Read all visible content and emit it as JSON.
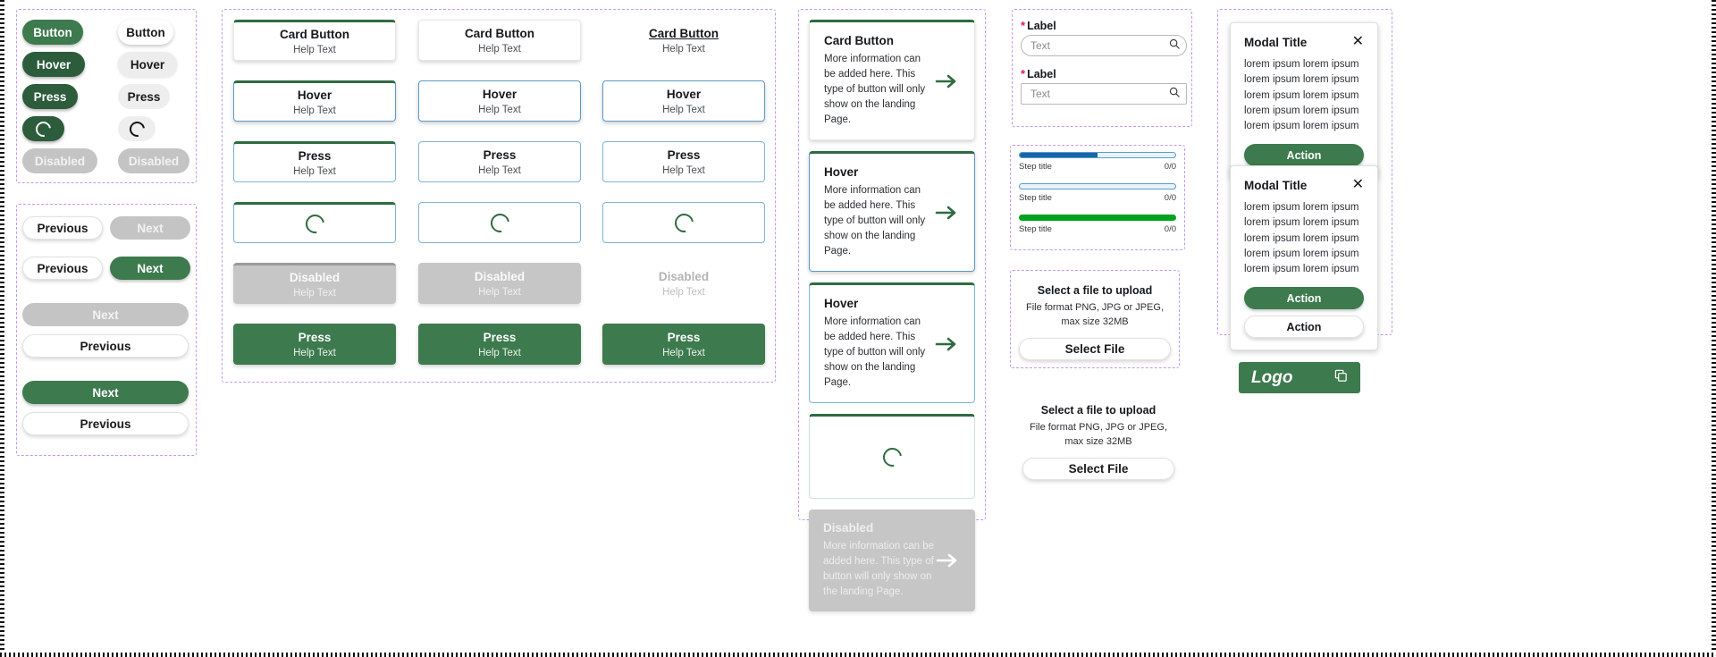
{
  "palette": {
    "green": "#3d7a4e",
    "green_dark": "#2c5c3b",
    "green_border": "#2f6b42",
    "blue_border": "#5b9bc9",
    "grey_disabled": "#c4c4c4",
    "group_outline": "#c49ae8",
    "required_red": "#d81b60",
    "progress_blue": "#1565a8",
    "progress_done": "#00a31b"
  },
  "pill_buttons": {
    "primary_column": [
      {
        "label": "Button",
        "state": "default"
      },
      {
        "label": "Hover",
        "state": "hover"
      },
      {
        "label": "Press",
        "state": "press"
      },
      {
        "label": "",
        "state": "loading"
      },
      {
        "label": "Disabled",
        "state": "disabled"
      }
    ],
    "secondary_column": [
      {
        "label": "Button",
        "state": "default"
      },
      {
        "label": "Hover",
        "state": "hover"
      },
      {
        "label": "Press",
        "state": "press"
      },
      {
        "label": "",
        "state": "loading"
      },
      {
        "label": "Disabled",
        "state": "disabled"
      }
    ]
  },
  "pagination": {
    "row1": {
      "previous": "Previous",
      "next": "Next"
    },
    "row2": {
      "previous": "Previous",
      "next": "Next"
    },
    "stacked1": {
      "next": "Next",
      "previous": "Previous"
    },
    "stacked2": {
      "next": "Next",
      "previous": "Previous"
    }
  },
  "card_buttons": {
    "help_text": "Help Text",
    "column1": [
      {
        "title": "Card Button",
        "state": "default"
      },
      {
        "title": "Hover",
        "state": "hover"
      },
      {
        "title": "Press",
        "state": "press"
      },
      {
        "title": "",
        "state": "loading"
      },
      {
        "title": "Disabled",
        "state": "disabled"
      },
      {
        "title": "Press",
        "state": "green-fill"
      }
    ],
    "column2": [
      {
        "title": "Card Button",
        "state": "default"
      },
      {
        "title": "Hover",
        "state": "hover"
      },
      {
        "title": "Press",
        "state": "press"
      },
      {
        "title": "",
        "state": "loading"
      },
      {
        "title": "Disabled",
        "state": "disabled"
      },
      {
        "title": "Press",
        "state": "green-fill"
      }
    ],
    "column3": [
      {
        "title": "Card Button",
        "state": "link"
      },
      {
        "title": "Hover",
        "state": "hover"
      },
      {
        "title": "Press",
        "state": "press"
      },
      {
        "title": "",
        "state": "loading"
      },
      {
        "title": "Disabled",
        "state": "ghost-disabled"
      },
      {
        "title": "Press",
        "state": "green-fill"
      }
    ]
  },
  "arrow_cards": {
    "description": "More information can be added here. This type of button will only show on the landing Page.",
    "items": [
      {
        "title": "Card Button",
        "state": "default"
      },
      {
        "title": "Hover",
        "state": "hover"
      },
      {
        "title": "Hover",
        "state": "press"
      },
      {
        "title": "",
        "state": "loading"
      },
      {
        "title": "Disabled",
        "state": "disabled"
      }
    ]
  },
  "form": {
    "fields": [
      {
        "label": "Label",
        "required": true,
        "placeholder": "Text",
        "value": "",
        "shape": "pill",
        "icon": "search-icon"
      },
      {
        "label": "Label",
        "required": true,
        "placeholder": "Text",
        "value": "",
        "shape": "square",
        "icon": "search-icon"
      }
    ]
  },
  "progress": {
    "steps": [
      {
        "title": "Step title",
        "count": "0/0",
        "percent": 50,
        "state": "in-progress"
      },
      {
        "title": "Step title",
        "count": "0/0",
        "percent": 0,
        "state": "empty"
      },
      {
        "title": "Step title",
        "count": "0/0",
        "percent": 100,
        "state": "complete"
      }
    ]
  },
  "upload": [
    {
      "title": "Select a file to upload",
      "subtitle": "File format PNG, JPG or JPEG,\nmax size 32MB",
      "button": "Select File"
    },
    {
      "title": "Select a file to upload",
      "subtitle": "File format PNG, JPG or JPEG,\nmax size 32MB",
      "button": "Select File"
    }
  ],
  "modals": [
    {
      "title": "Modal Title",
      "close_icon": "close-icon",
      "body": "lorem ipsum lorem ipsum lorem ipsum lorem ipsum lorem ipsum lorem ipsum lorem ipsum lorem ipsum lorem ipsum lorem ipsum",
      "actions": [
        {
          "label": "Action",
          "variant": "primary"
        }
      ]
    },
    {
      "title": "Modal Title",
      "close_icon": "close-icon",
      "body": "lorem ipsum lorem ipsum lorem ipsum lorem ipsum lorem ipsum lorem ipsum lorem ipsum lorem ipsum lorem ipsum lorem ipsum",
      "actions": [
        {
          "label": "Action",
          "variant": "primary"
        },
        {
          "label": "Action",
          "variant": "secondary"
        }
      ]
    }
  ],
  "logo": {
    "text": "Logo",
    "icon": "copy-icon"
  }
}
